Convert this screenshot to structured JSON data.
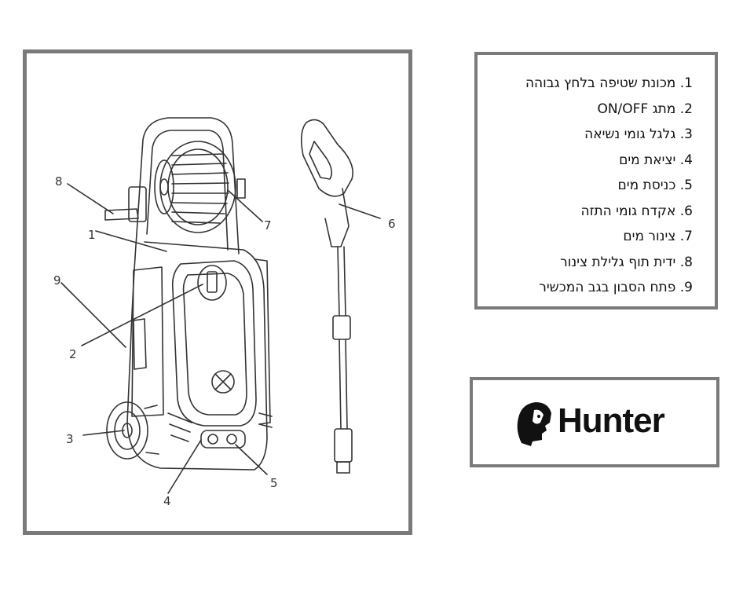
{
  "diagram": {
    "callouts": [
      "1",
      "2",
      "3",
      "4",
      "5",
      "6",
      "7",
      "8",
      "9"
    ]
  },
  "legend": {
    "items": [
      {
        "num": "1.",
        "text": "מכונת שטיפה בלחץ גבוהה"
      },
      {
        "num": "2.",
        "text": "מתג ON/OFF"
      },
      {
        "num": "3.",
        "text": "גלגל גומי נשיאה"
      },
      {
        "num": "4.",
        "text": "יציאת מים"
      },
      {
        "num": "5.",
        "text": "כניסת מים"
      },
      {
        "num": "6.",
        "text": "אקדח גומי התזה"
      },
      {
        "num": "7.",
        "text": "צינור מים"
      },
      {
        "num": "8.",
        "text": "ידית תוף גלילת צינור"
      },
      {
        "num": "9.",
        "text": "פתח הסבון בגב המכשיר"
      }
    ]
  },
  "brand": {
    "name": "Hunter"
  },
  "colors": {
    "frame": "#7a7a7a",
    "ink": "#111111",
    "line": "#333333"
  }
}
